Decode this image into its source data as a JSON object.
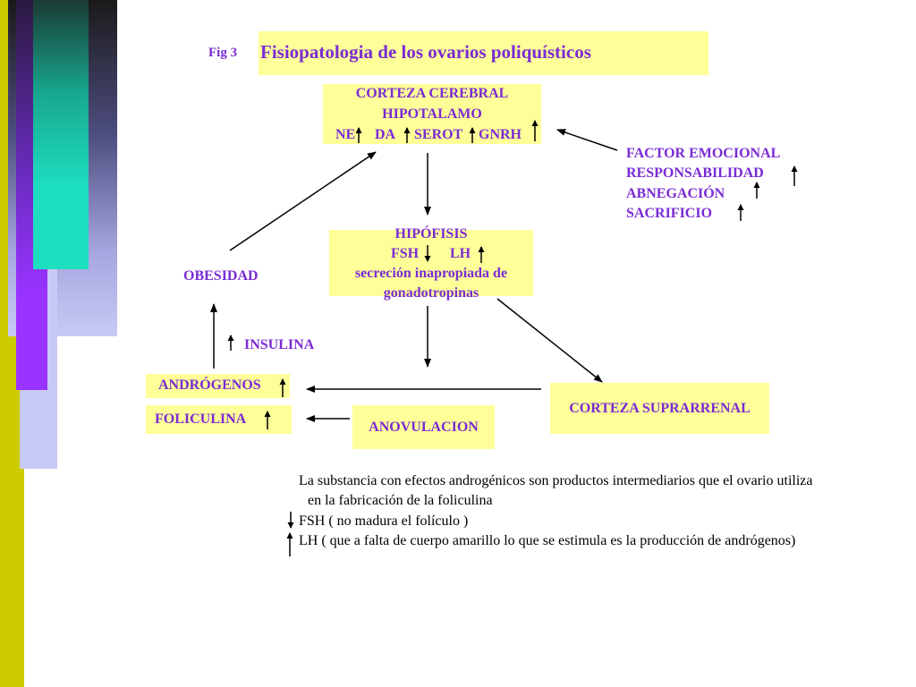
{
  "fig_label": "Fig 3",
  "title": "Fisiopatologia de los ovarios poliquísticos",
  "corteza": {
    "line1": "CORTEZA CEREBRAL",
    "line2": "HIPOTALAMO",
    "ne": "NE",
    "da": "DA",
    "serot": "SEROT",
    "gnrh": "GNRH"
  },
  "factor": {
    "line1": "FACTOR EMOCIONAL",
    "line2": "RESPONSABILIDAD",
    "line3": "ABNEGACIÓN",
    "line4": "SACRIFICIO"
  },
  "hipofisis": {
    "line1": "HIPÓFISIS",
    "fsh": "FSH",
    "lh": "LH",
    "line3": "secreción inapropiada de",
    "line4": "gonadotropinas"
  },
  "obesidad": "OBESIDAD",
  "insulina": "INSULINA",
  "androgenos": "ANDRÓGENOS",
  "foliculina": "FOLICULINA",
  "anovulacion": "ANOVULACION",
  "suprarrenal": "CORTEZA SUPRARRENAL",
  "notes": {
    "line1": "La substancia con efectos androgénicos son productos intermediarios que el ovario utiliza",
    "line2": "en la fabricación de la foliculina",
    "line3": "FSH ( no madura el folículo )",
    "line4": "LH ( que a falta de cuerpo amarillo lo que se estimula es la producción de andrógenos)"
  },
  "colors": {
    "node_text": "#7a2bd4",
    "box_fill": "#ffff99",
    "bar_yellow": "#cccc00",
    "bar_purple": "#9933ff",
    "bar_teal": "#1ddfc0",
    "bar_lavender": "#c9c9f5"
  }
}
